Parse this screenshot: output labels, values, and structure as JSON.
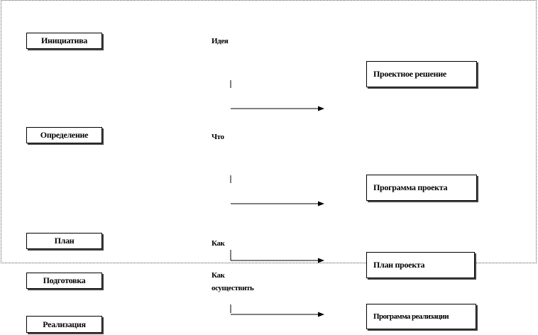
{
  "stages": [
    {
      "label": "Инициатива"
    },
    {
      "label": "Определение"
    },
    {
      "label": "План"
    },
    {
      "label": "Подготовка"
    },
    {
      "label": "Реализация"
    }
  ],
  "questions": [
    {
      "label": "Идея"
    },
    {
      "label": "Что"
    },
    {
      "label": "Как"
    },
    {
      "label_line1": "Как",
      "label_line2": "осуществить"
    }
  ],
  "results": [
    {
      "label": "Проектное решение"
    },
    {
      "label": "Программа проекта"
    },
    {
      "label": "План проекта"
    },
    {
      "label": "Программа реализации"
    }
  ]
}
